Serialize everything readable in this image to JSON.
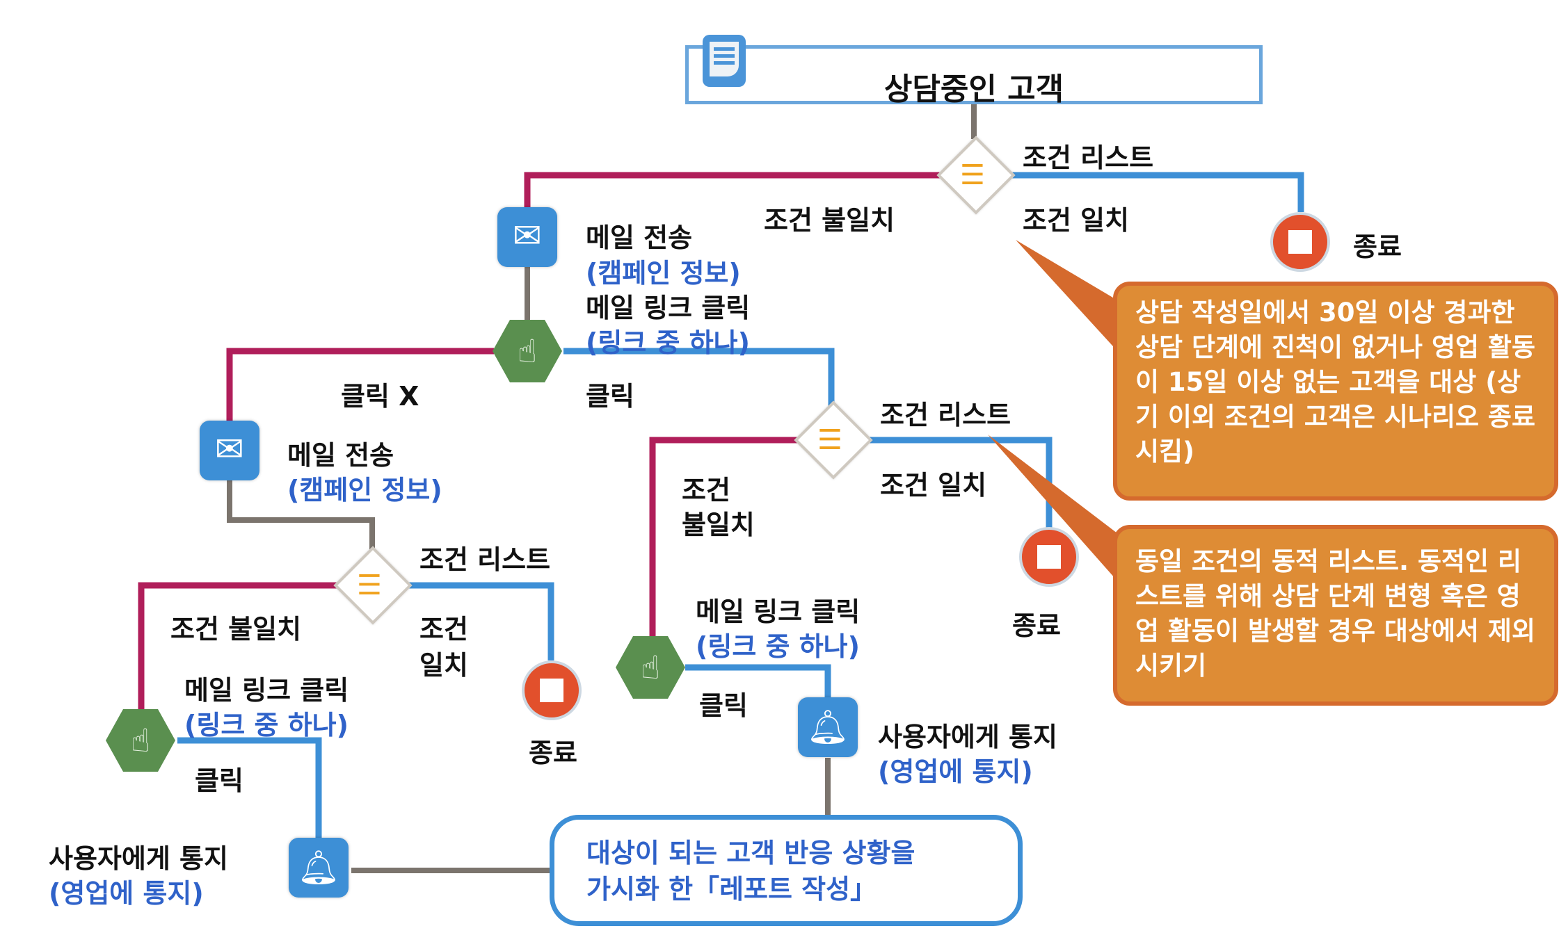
{
  "colors": {
    "no_match_line": "#b01e5a",
    "match_line": "#3d8fd6",
    "neutral_line": "#7b746d",
    "email_node": "#3d8fd6",
    "click_node": "#5a8f4f",
    "stop_node": "#e2502c",
    "callout_fill": "#de8c35",
    "subtitle_text": "#2f62c9"
  },
  "start": {
    "title": "상담중인 고객",
    "icon": "document-icon"
  },
  "labels": {
    "condition_list": "조건 리스트",
    "condition_mismatch": "조건 불일치",
    "condition_mismatch_line1": "조건",
    "condition_mismatch_line2": "불일치",
    "condition_match": "조건 일치",
    "condition_match_line1": "조건",
    "condition_match_line2": "일치",
    "end": "종료",
    "send_email": "메일 전송",
    "campaign_info": "(캠페인 정보)",
    "email_link_click": "메일 링크 클릭",
    "one_of_links": "(링크 중 하나)",
    "click": "클릭",
    "no_click": "클릭  X",
    "notify_user": "사용자에게 통지",
    "notify_sales": "(영업에 통지)"
  },
  "callouts": {
    "first": "상담 작성일에서 30일 이상 경과한 상담 단계에 진척이 없거나 영업 활동이 15일 이상 없는 고객을 대상 (상기 이외 조건의 고객은 시나리오 종료시킴)",
    "second": "동일 조건의 동적 리스트. 동적인 리스트를 위해 상담 단계 변형 혹은 영업 활동이 발생할 경우 대상에서 제외시키기"
  },
  "report": {
    "line1": "대상이 되는 고객 반응 상황을",
    "line2": "가시화 한「레포트 작성」"
  }
}
